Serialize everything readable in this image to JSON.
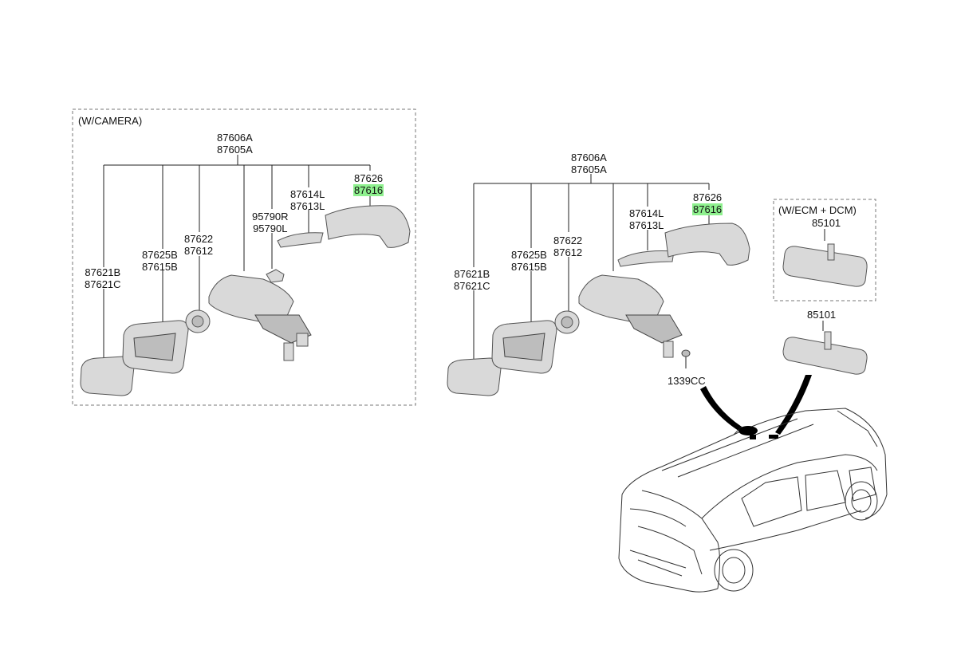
{
  "camera_box": {
    "title": "(W/CAMERA)",
    "labels": {
      "assy_a": "87606A",
      "assy_b": "87605A",
      "cap_a": "87626",
      "cap_b": "87616",
      "lamp_a": "87614L",
      "lamp_b": "87613L",
      "cam_a": "95790R",
      "cam_b": "95790L",
      "glass_a": "87621B",
      "glass_b": "87621C",
      "housing_a": "87625B",
      "housing_b": "87615B",
      "actuator_a": "87622",
      "actuator_b": "87612"
    }
  },
  "main": {
    "labels": {
      "assy_a": "87606A",
      "assy_b": "87605A",
      "cap_a": "87626",
      "cap_b": "87616",
      "lamp_a": "87614L",
      "lamp_b": "87613L",
      "glass_a": "87621B",
      "glass_b": "87621C",
      "housing_a": "87625B",
      "housing_b": "87615B",
      "actuator_a": "87622",
      "actuator_b": "87612",
      "clip": "1339CC",
      "inside_mirror": "85101"
    }
  },
  "ecm_box": {
    "title": "(W/ECM + DCM)",
    "label": "85101"
  },
  "colors": {
    "highlight": "#8ef08e",
    "part_fill": "#d9d9d9"
  }
}
